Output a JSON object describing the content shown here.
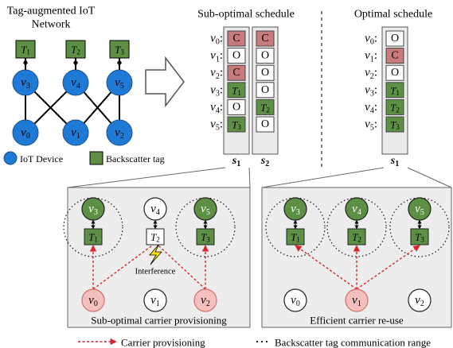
{
  "network": {
    "title_line1": "Tag-augmented IoT",
    "title_line2": "Network",
    "nodes": [
      {
        "id": "v3",
        "base": "v",
        "sub": "3"
      },
      {
        "id": "v4",
        "base": "v",
        "sub": "4"
      },
      {
        "id": "v5",
        "base": "v",
        "sub": "5"
      },
      {
        "id": "v0",
        "base": "v",
        "sub": "0"
      },
      {
        "id": "v1",
        "base": "v",
        "sub": "1"
      },
      {
        "id": "v2",
        "base": "v",
        "sub": "2"
      }
    ],
    "tags": [
      {
        "base": "T",
        "sub": "1"
      },
      {
        "base": "T",
        "sub": "2"
      },
      {
        "base": "T",
        "sub": "3"
      }
    ],
    "legend_device": "IoT Device",
    "legend_tag": "Backscatter tag"
  },
  "suboptimal": {
    "title": "Sub-optimal schedule",
    "row_labels": [
      {
        "base": "v",
        "sub": "0"
      },
      {
        "base": "v",
        "sub": "1"
      },
      {
        "base": "v",
        "sub": "2"
      },
      {
        "base": "v",
        "sub": "3"
      },
      {
        "base": "v",
        "sub": "4"
      },
      {
        "base": "v",
        "sub": "5"
      }
    ],
    "s1": {
      "label_base": "s",
      "label_sub": "1",
      "cells": [
        {
          "type": "C",
          "text": "C"
        },
        {
          "type": "O",
          "text": "O"
        },
        {
          "type": "C",
          "text": "C"
        },
        {
          "type": "T",
          "base": "T",
          "sub": "1"
        },
        {
          "type": "O",
          "text": "O"
        },
        {
          "type": "T",
          "base": "T",
          "sub": "3"
        }
      ]
    },
    "s2": {
      "label_base": "s",
      "label_sub": "2",
      "cells": [
        {
          "type": "C",
          "text": "C"
        },
        {
          "type": "O",
          "text": "O"
        },
        {
          "type": "O",
          "text": "O"
        },
        {
          "type": "O",
          "text": "O"
        },
        {
          "type": "T",
          "base": "T",
          "sub": "2"
        },
        {
          "type": "O",
          "text": "O"
        }
      ]
    }
  },
  "optimal": {
    "title": "Optimal schedule",
    "s1": {
      "label_base": "s",
      "label_sub": "1",
      "cells": [
        {
          "type": "O",
          "text": "O"
        },
        {
          "type": "C",
          "text": "C"
        },
        {
          "type": "O",
          "text": "O"
        },
        {
          "type": "T",
          "base": "T",
          "sub": "1"
        },
        {
          "type": "T",
          "base": "T",
          "sub": "2"
        },
        {
          "type": "T",
          "base": "T",
          "sub": "3"
        }
      ]
    }
  },
  "panel_left": {
    "caption": "Sub-optimal carrier provisioning",
    "interference": "Interference",
    "top_nodes": [
      {
        "base": "v",
        "sub": "3",
        "style": "green"
      },
      {
        "base": "v",
        "sub": "4",
        "style": "white"
      },
      {
        "base": "v",
        "sub": "5",
        "style": "green"
      }
    ],
    "tags": [
      {
        "base": "T",
        "sub": "1",
        "style": "green"
      },
      {
        "base": "T",
        "sub": "2",
        "style": "white"
      },
      {
        "base": "T",
        "sub": "3",
        "style": "green"
      }
    ],
    "bottom_nodes": [
      {
        "base": "v",
        "sub": "0",
        "style": "pink"
      },
      {
        "base": "v",
        "sub": "1",
        "style": "white"
      },
      {
        "base": "v",
        "sub": "2",
        "style": "pink"
      }
    ]
  },
  "panel_right": {
    "caption": "Efficient carrier re-use",
    "top_nodes": [
      {
        "base": "v",
        "sub": "3",
        "style": "green"
      },
      {
        "base": "v",
        "sub": "4",
        "style": "green"
      },
      {
        "base": "v",
        "sub": "5",
        "style": "green"
      }
    ],
    "tags": [
      {
        "base": "T",
        "sub": "1",
        "style": "green"
      },
      {
        "base": "T",
        "sub": "2",
        "style": "green"
      },
      {
        "base": "T",
        "sub": "3",
        "style": "green"
      }
    ],
    "bottom_nodes": [
      {
        "base": "v",
        "sub": "0",
        "style": "white"
      },
      {
        "base": "v",
        "sub": "1",
        "style": "pink"
      },
      {
        "base": "v",
        "sub": "2",
        "style": "white"
      }
    ]
  },
  "legend": {
    "carrier": "Carrier provisioning",
    "range": "Backscatter tag communication range"
  },
  "colors": {
    "blue": "#1f7ad6",
    "green": "#5d8f45",
    "red_cell": "#c97b7b",
    "pink_node": "#f4c0bd",
    "panel_fill": "#ededed",
    "carrier": "#d62728"
  }
}
